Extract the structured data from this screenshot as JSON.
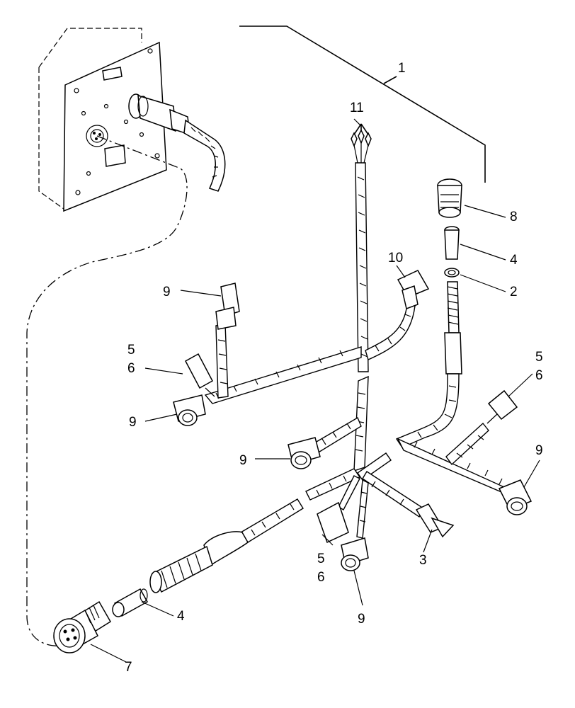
{
  "diagram": {
    "callouts": {
      "c1": "1",
      "c2": "2",
      "c3": "3",
      "c4_top": "4",
      "c4_bottom": "4",
      "c5_left": "5",
      "c6_left": "6",
      "c5_right": "5",
      "c6_right": "6",
      "c5_bottom": "5",
      "c6_bottom": "6",
      "c7": "7",
      "c8": "8",
      "c9_upper_left": "9",
      "c9_left": "9",
      "c9_mid": "9",
      "c9_right": "9",
      "c9_bottom": "9",
      "c10": "10",
      "c11": "11"
    },
    "parts": {
      "harness_assembly": "wiring-harness",
      "control_unit": "control-panel-unit"
    }
  }
}
